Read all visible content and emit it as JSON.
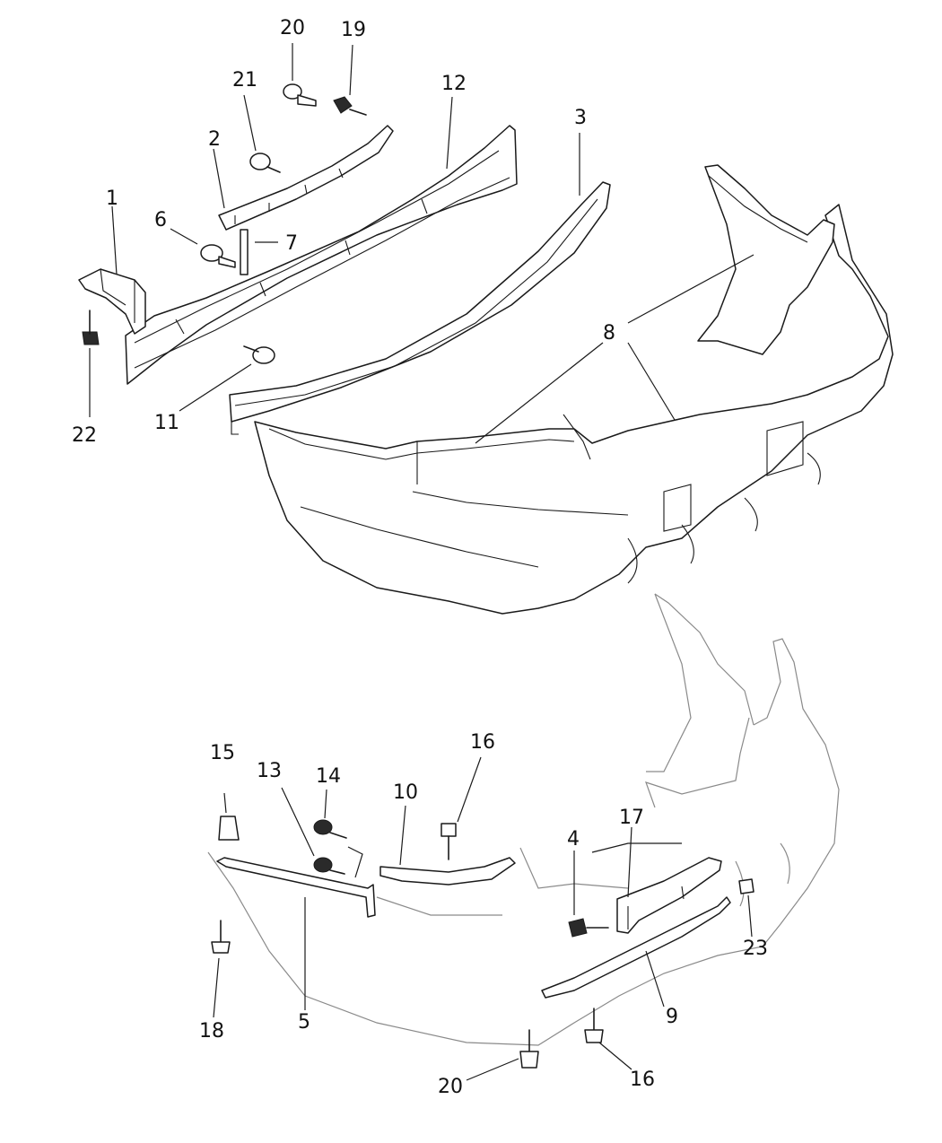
{
  "diagram": {
    "callouts": {
      "c1": "1",
      "c2": "2",
      "c3": "3",
      "c4": "4",
      "c5": "5",
      "c6": "6",
      "c7": "7",
      "c8": "8",
      "c9": "9",
      "c10": "10",
      "c11": "11",
      "c12": "12",
      "c13": "13",
      "c14": "14",
      "c15": "15",
      "c16a": "16",
      "c16b": "16",
      "c17": "17",
      "c18": "18",
      "c19": "19",
      "c20a": "20",
      "c20b": "20",
      "c21": "21",
      "c22": "22",
      "c23": "23"
    }
  }
}
